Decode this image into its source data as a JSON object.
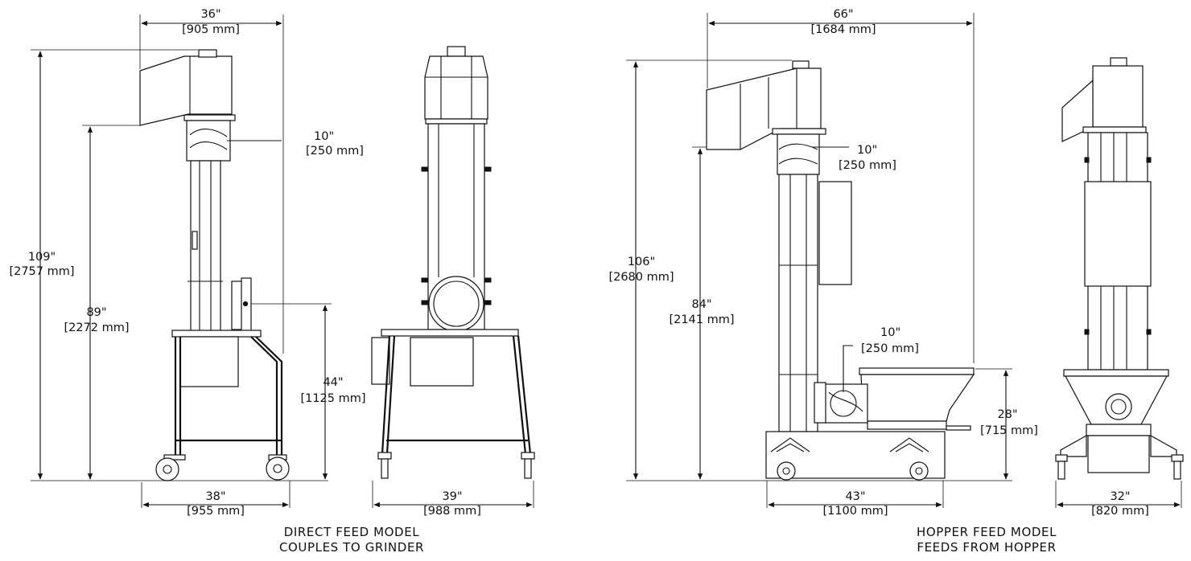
{
  "dimensions": {
    "d36": {
      "in": "36\"",
      "mm": "[905 mm]"
    },
    "d109": {
      "in": "109\"",
      "mm": "[2757 mm]"
    },
    "d89": {
      "in": "89\"",
      "mm": "[2272 mm]"
    },
    "d10a": {
      "in": "10\"",
      "mm": "[250 mm]"
    },
    "d44": {
      "in": "44\"",
      "mm": "[1125 mm]"
    },
    "d38": {
      "in": "38\"",
      "mm": "[955 mm]"
    },
    "d39": {
      "in": "39\"",
      "mm": "[988 mm]"
    },
    "d66": {
      "in": "66\"",
      "mm": "[1684 mm]"
    },
    "d106": {
      "in": "106\"",
      "mm": "[2680 mm]"
    },
    "d84": {
      "in": "84\"",
      "mm": "[2141 mm]"
    },
    "d10b": {
      "in": "10\"",
      "mm": "[250 mm]"
    },
    "d10c": {
      "in": "10\"",
      "mm": "[250 mm]"
    },
    "d28": {
      "in": "28\"",
      "mm": "[715 mm]"
    },
    "d43": {
      "in": "43\"",
      "mm": "[1100 mm]"
    },
    "d32": {
      "in": "32\"",
      "mm": "[820 mm]"
    }
  },
  "captions": {
    "direct": {
      "line1": "DIRECT FEED MODEL",
      "line2": "COUPLES TO GRINDER"
    },
    "hopper": {
      "line1": "HOPPER FEED MODEL",
      "line2": "FEEDS FROM HOPPER"
    }
  }
}
